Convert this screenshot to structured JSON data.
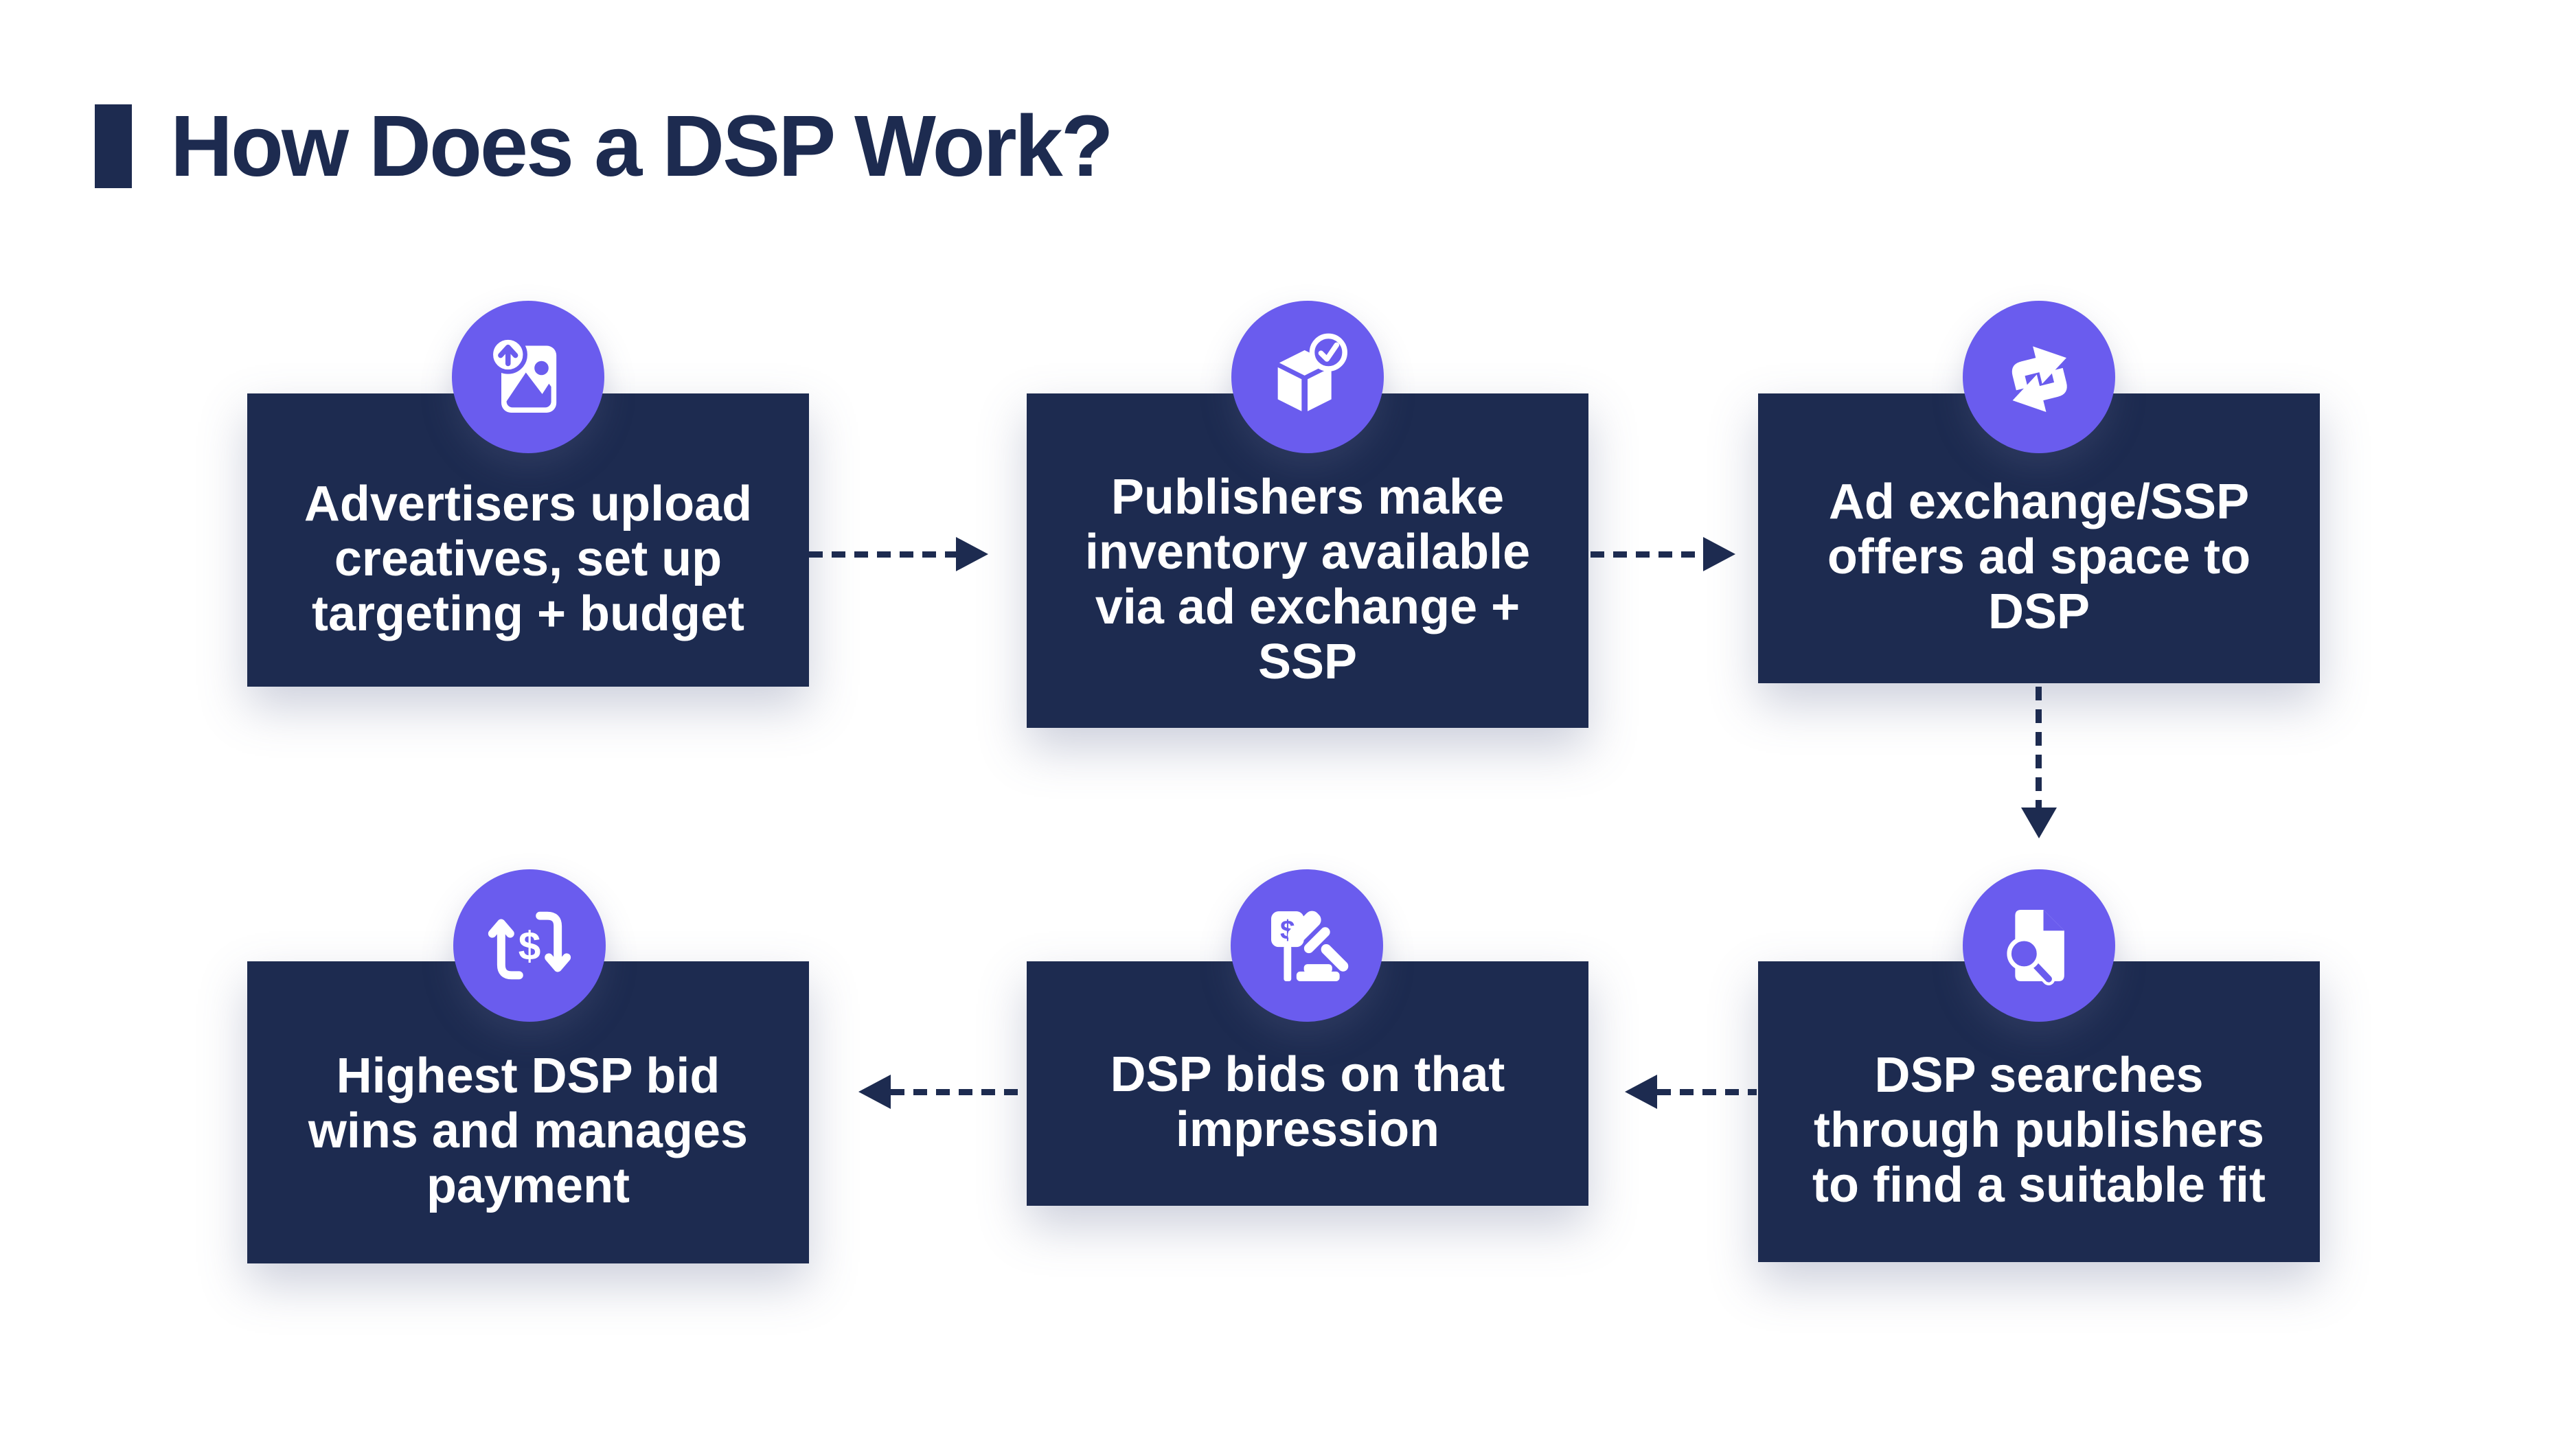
{
  "title": "How Does a DSP Work?",
  "colors": {
    "navy": "#1D2B50",
    "purple": "#6A5CEE",
    "background": "#FFFFFF",
    "text_light": "#FFFFFF"
  },
  "icons": {
    "dollar_glyph": "$"
  },
  "steps": [
    {
      "id": 1,
      "icon": "image-upload-icon",
      "text": "Advertisers upload\ncreatives, set up\ntargeting + budget"
    },
    {
      "id": 2,
      "icon": "package-check-icon",
      "text": "Publishers make\ninventory available\nvia ad exchange +\nSSP"
    },
    {
      "id": 3,
      "icon": "swap-arrows-icon",
      "text": "Ad exchange/SSP\noffers ad space to\nDSP"
    },
    {
      "id": 4,
      "icon": "document-search-icon",
      "text": "DSP searches\nthrough publishers\nto find a suitable fit"
    },
    {
      "id": 5,
      "icon": "bid-gavel-icon",
      "text": "DSP bids on that\nimpression"
    },
    {
      "id": 6,
      "icon": "money-cycle-icon",
      "text": "Highest DSP bid\nwins and manages\npayment"
    }
  ]
}
